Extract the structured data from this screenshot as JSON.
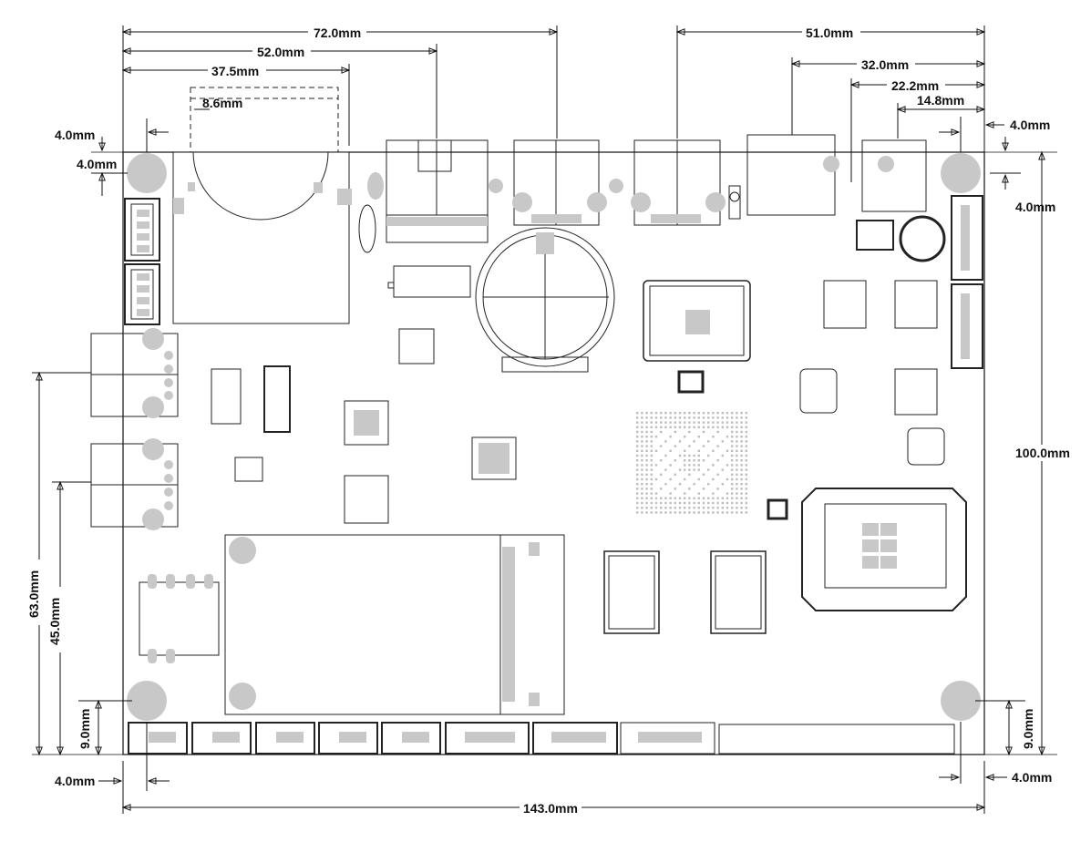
{
  "drawing": {
    "dimensions": {
      "width_143": "143.0mm",
      "width_72": "72.0mm",
      "width_52": "52.0mm",
      "width_37_5": "37.5mm",
      "width_8_6": "8.6mm",
      "width_51": "51.0mm",
      "width_32": "32.0mm",
      "width_22_2": "22.2mm",
      "width_14_8": "14.8mm",
      "height_100": "100.0mm",
      "height_63": "63.0mm",
      "height_45": "45.0mm",
      "hole_offset_top_left_x": "4.0mm",
      "hole_offset_top_left_y": "4.0mm",
      "hole_offset_top_right_x": "4.0mm",
      "hole_offset_top_right_y": "4.0mm",
      "hole_offset_bottom_left_x": "4.0mm",
      "hole_offset_bottom_right_x": "4.0mm",
      "hole_offset_bottom_left_y": "9.0mm",
      "hole_offset_bottom_right_y": "9.0mm"
    },
    "colors": {
      "board_outline": "#111111",
      "component_fill": "#c8c8c8",
      "component_stroke": "#222222",
      "dimension_line": "#111111"
    }
  }
}
